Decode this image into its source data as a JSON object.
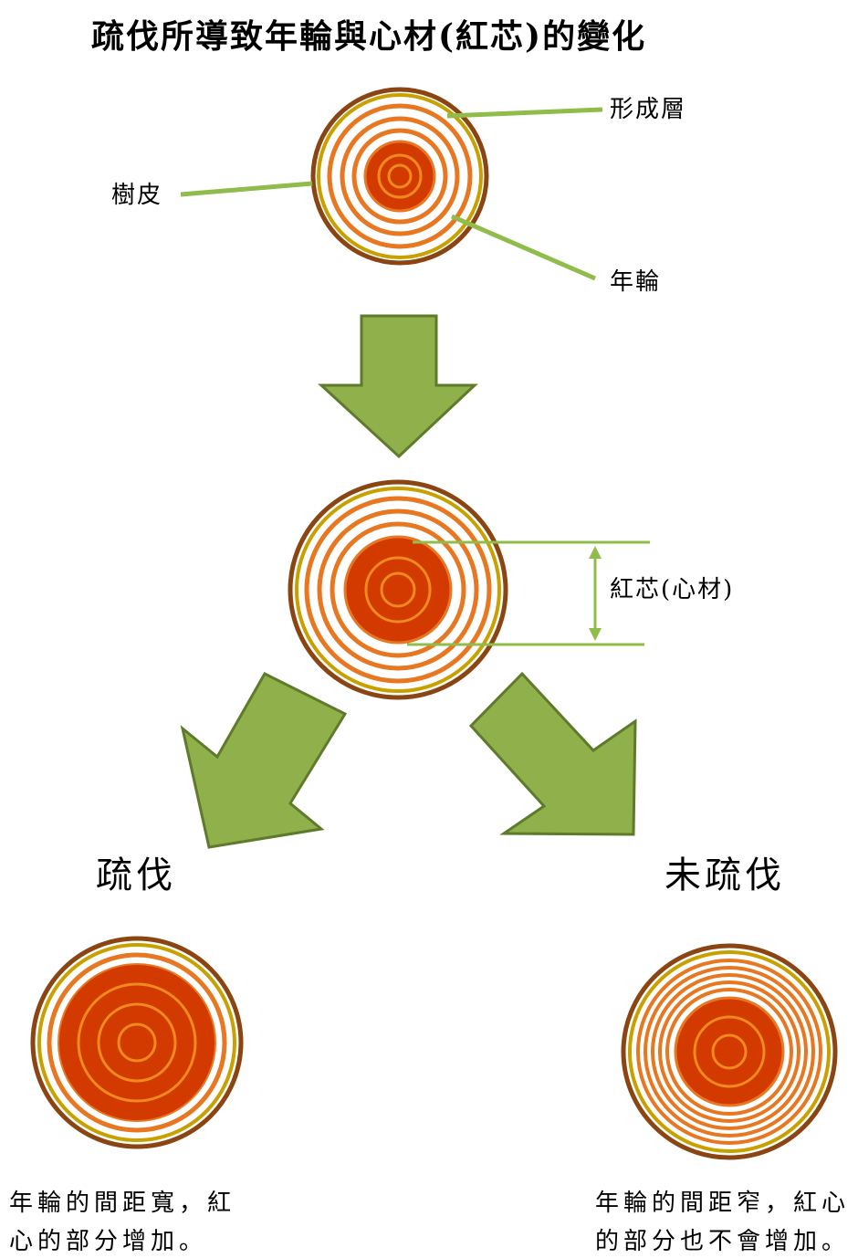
{
  "title": "疏伐所導致年輪與心材(紅芯)的變化",
  "labels": {
    "cambium": "形成層",
    "bark": "樹皮",
    "ring": "年輪",
    "heartwood": "紅芯(心材)"
  },
  "branches": {
    "thinned": {
      "heading": "疏伐",
      "caption_line1": "年輪的間距寬，紅",
      "caption_line2": "心的部分增加。"
    },
    "unthinned": {
      "heading": "未疏伐",
      "caption_line1": "年輪的間距窄，紅心",
      "caption_line2": "的部分也不會增加。"
    }
  },
  "colors": {
    "bark": "#8B4513",
    "cambium": "#C8A000",
    "ring": "#E87722",
    "heartwood": "#D23A00",
    "heartwood_ring": "#F08A1C",
    "arrow_fill": "#8FB04A",
    "arrow_stroke": "#5E7A2B",
    "leader_line": "#8FBC4A"
  }
}
